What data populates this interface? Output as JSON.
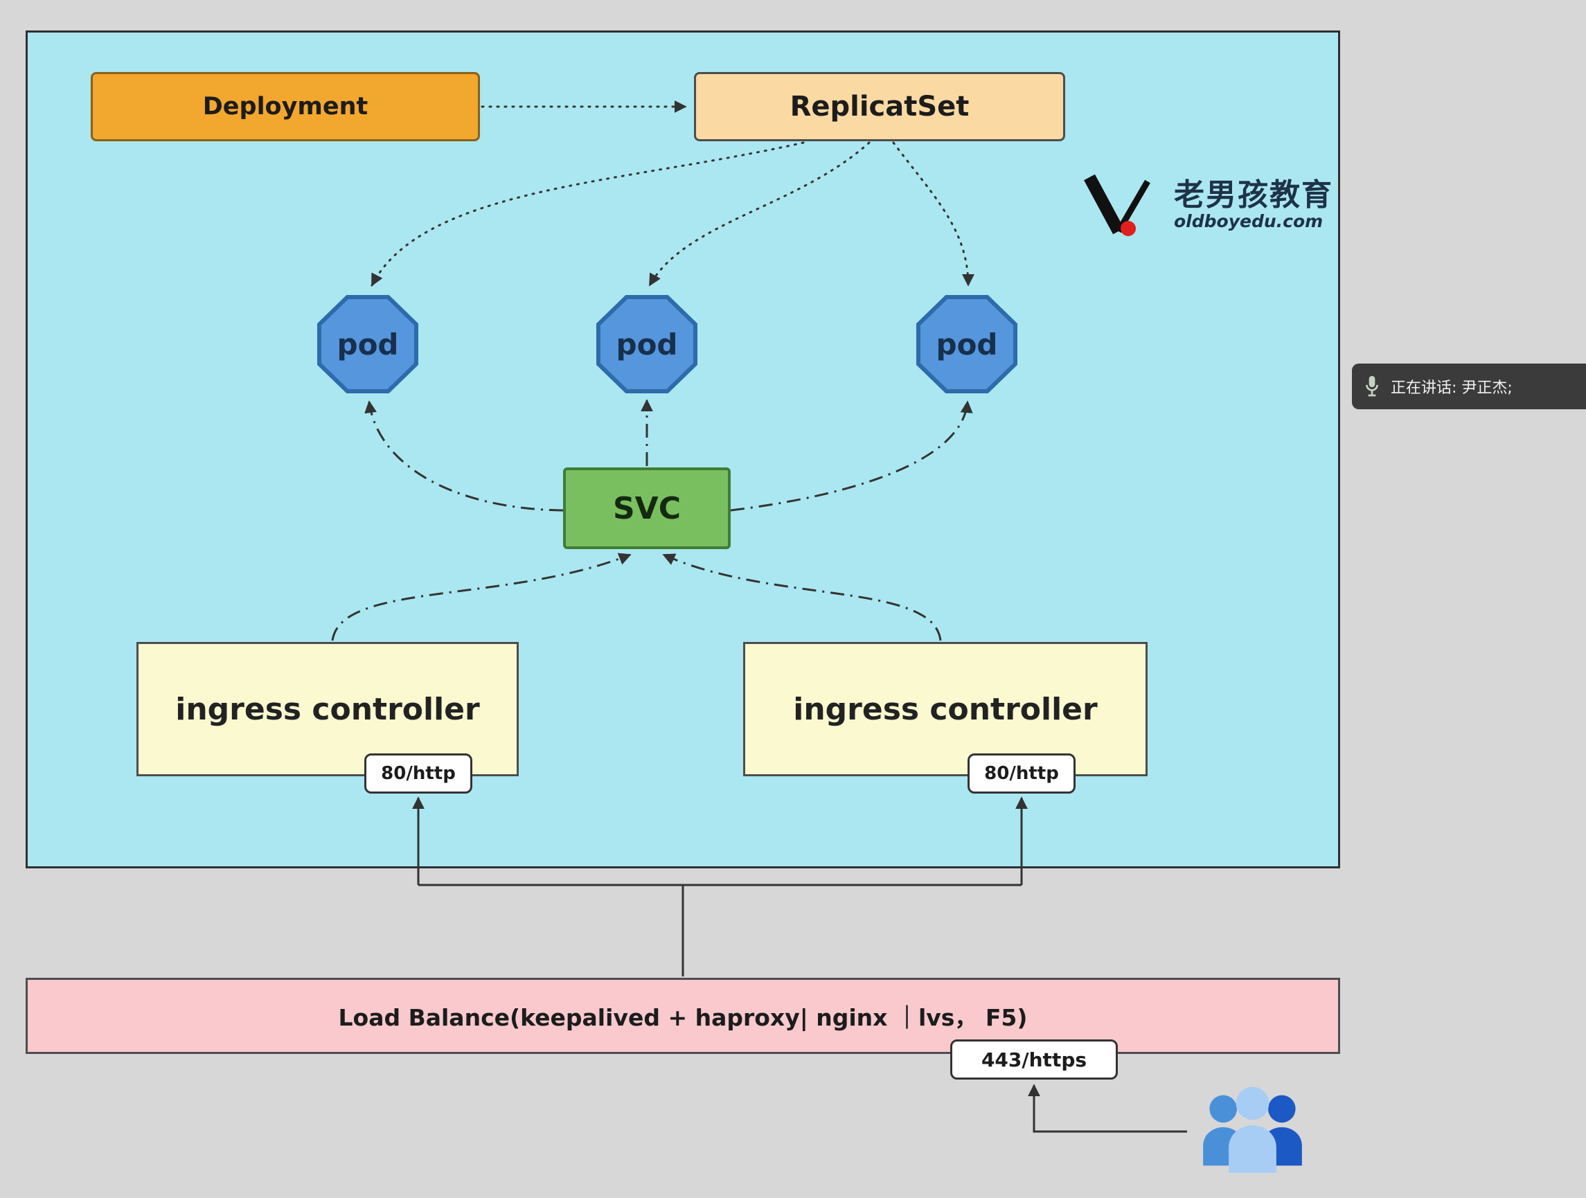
{
  "nodes": {
    "deployment": "Deployment",
    "replicaset": "ReplicatSet",
    "pods": [
      "pod",
      "pod",
      "pod"
    ],
    "svc": "SVC",
    "ingress_left": "ingress controller",
    "ingress_right": "ingress controller",
    "badge_http_left": "80/http",
    "badge_http_right": "80/http",
    "load_balancer": "Load Balance(keepalived + haproxy| nginx ｜lvs， F5)",
    "badge_https": "443/https"
  },
  "logo": {
    "title": "老男孩教育",
    "domain": "oldboyedu.com"
  },
  "overlay": {
    "speaking_label": "正在讲话: 尹正杰;"
  },
  "colors": {
    "canvas": "#abe7f1",
    "deployment": "#f2a72e",
    "replicaset": "#fbd9a2",
    "pod_fill": "#5596dc",
    "pod_border": "#2e6bab",
    "svc_fill": "#7abf5f",
    "svc_border": "#3f7d36",
    "ingress_fill": "#fbf9d0",
    "load_balancer_fill": "#f9c9cd",
    "connector": "#333333",
    "logo_red": "#e02020"
  }
}
